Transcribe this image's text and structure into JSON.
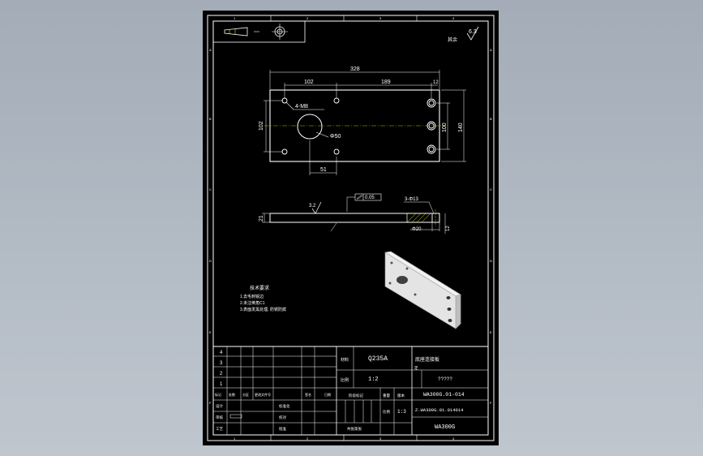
{
  "drawing": {
    "roughness_symbol": "6.3",
    "roughness_note": "其余",
    "zone_numbers_top": [
      "1",
      "2",
      "3",
      "4"
    ],
    "zone_numbers_bottom": [
      "1",
      "2",
      "3",
      "4"
    ],
    "zone_letters_left": [
      "A",
      "B",
      "C",
      "D",
      "E",
      "F"
    ],
    "zone_letters_right": [
      "A",
      "B",
      "C",
      "D",
      "E",
      "F"
    ]
  },
  "dimensions": {
    "overall_length": "328",
    "hole_spacing_left": "102",
    "hole_spacing_right": "189",
    "edge_offset_top": "12",
    "height_outer": "140",
    "height_inner": "100",
    "height_left": "102",
    "tapped_holes": "4-M8",
    "center_bore": "Φ50",
    "bore_offset": "51",
    "thickness": "21",
    "flatness": "0.05",
    "counterbore_count": "3-Φ13",
    "counterbore_dia": "Φ20",
    "counterbore_depth": "12",
    "face_roughness": "3.2"
  },
  "notes": {
    "title": "技术要求",
    "lines": [
      "1.去毛刺锐边",
      "2.未注倒角C1",
      "3.表面发黑处理, 防锈防腐"
    ]
  },
  "title_block": {
    "revision_rows": [
      "4",
      "3",
      "2",
      "1"
    ],
    "material_label": "材料",
    "material": "Q235A",
    "scale_label": "比例",
    "scale": "1:2",
    "part_name": "底座连接板",
    "part_name_suffix": "定",
    "quantity": "?????",
    "drawing_no_1": "WA300G.01-014",
    "drawing_no_2": "Z.WA300G.01.014014",
    "product_code": "WA300G",
    "sheet_info": "共张第张",
    "sheet_label": "版本",
    "stage_label": "阶段标记",
    "weight_label": "重量",
    "size_label": "比例",
    "sheet_count": "1:3",
    "headers": [
      "标记",
      "处数",
      "分区",
      "更改文件号",
      "签名",
      "日期"
    ],
    "roles": [
      "设计",
      "审核",
      "工艺"
    ],
    "roles_right": [
      "标准化",
      "校对",
      "批准"
    ]
  }
}
